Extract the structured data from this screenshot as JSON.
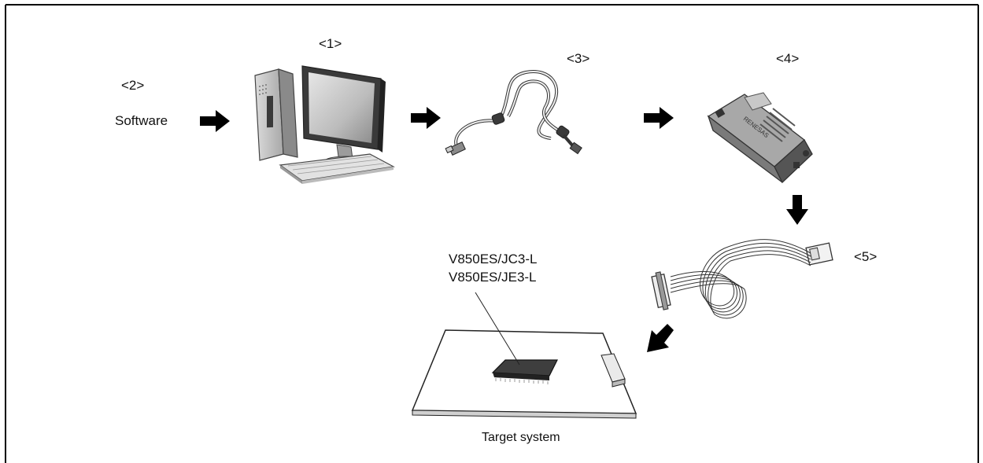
{
  "labels": {
    "pc_number": "<1>",
    "software_number": "<2>",
    "software_text": "Software",
    "cable_number": "<3>",
    "emulator_number": "<4>",
    "connector_cable_number": "<5>",
    "chip_name_1": "V850ES/JC3-L",
    "chip_name_2": "V850ES/JE3-L",
    "target_system": "Target system",
    "emulator_brand": "RENESAS"
  },
  "icons": [
    "desktop-computer",
    "usb-cable",
    "emulator-box",
    "flat-ribbon-cable",
    "target-board",
    "microcontroller-chip",
    "arrow"
  ]
}
